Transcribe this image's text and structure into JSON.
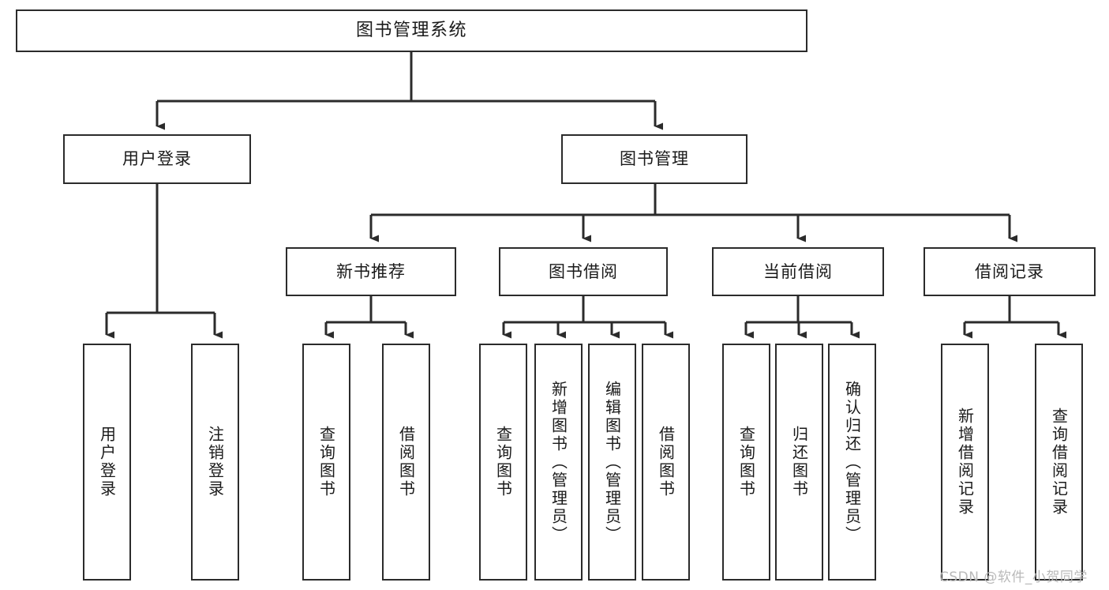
{
  "diagram": {
    "title": "图书管理系统",
    "watermark": "CSDN @软件_小贺同学",
    "colors": {
      "background": "#ffffff",
      "box_border": "#2b2b2b",
      "box_fill": "#ffffff",
      "connector": "#2b2b2b",
      "text": "#1a1a1a",
      "watermark": "#b9b9b9"
    },
    "root": {
      "label": "图书管理系统"
    },
    "branches": [
      {
        "label": "用户登录",
        "children": [
          {
            "label": "用户登录"
          },
          {
            "label": "注销登录"
          }
        ]
      },
      {
        "label": "图书管理",
        "groups": [
          {
            "label": "新书推荐",
            "children": [
              {
                "label": "查询图书"
              },
              {
                "label": "借阅图书"
              }
            ]
          },
          {
            "label": "图书借阅",
            "children": [
              {
                "label": "查询图书"
              },
              {
                "label": "新增图书（管理员）"
              },
              {
                "label": "编辑图书（管理员）"
              },
              {
                "label": "借阅图书"
              }
            ]
          },
          {
            "label": "当前借阅",
            "children": [
              {
                "label": "查询图书"
              },
              {
                "label": "归还图书"
              },
              {
                "label": "确认归还（管理员）"
              }
            ]
          },
          {
            "label": "借阅记录",
            "children": [
              {
                "label": "新增借阅记录"
              },
              {
                "label": "查询借阅记录"
              }
            ]
          }
        ]
      }
    ]
  }
}
